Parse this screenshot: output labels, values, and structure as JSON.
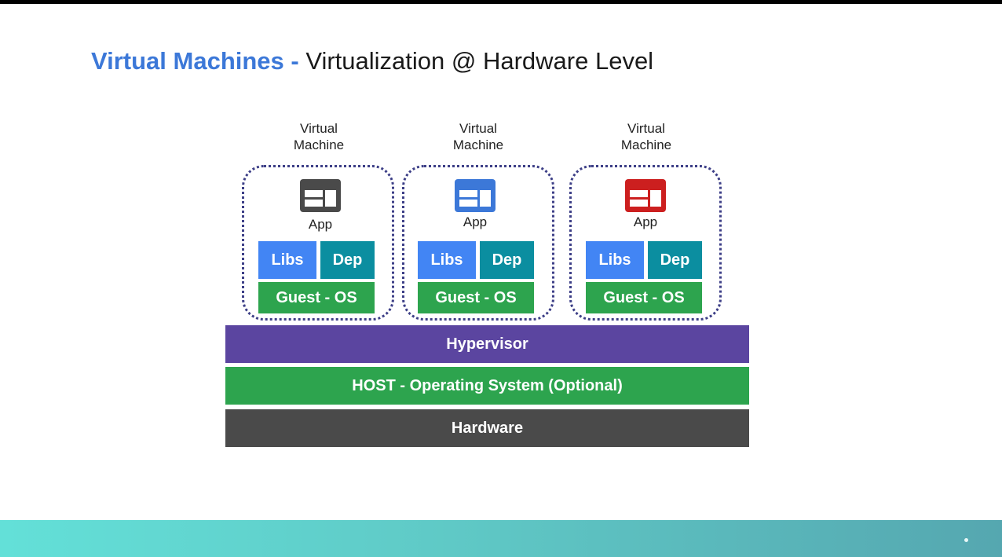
{
  "title": {
    "accent": "Virtual Machines -",
    "rest": " Virtualization @ Hardware Level"
  },
  "colors": {
    "title_accent": "#3c78d8",
    "libs": "#4285f4",
    "dep": "#0b8ea0",
    "guest_os": "#2da44e",
    "hypervisor": "#5b45a0",
    "host_os": "#2da44e",
    "hardware": "#4a4a4a",
    "vm_border": "#3d3f87"
  },
  "vms": [
    {
      "label_line1": "Virtual",
      "label_line2": "Machine",
      "app_label": "App",
      "app_icon": "app-window-icon",
      "app_color": "#4a4a4a",
      "libs": "Libs",
      "dep": "Dep",
      "guest_os": "Guest - OS"
    },
    {
      "label_line1": "Virtual",
      "label_line2": "Machine",
      "app_label": "App",
      "app_icon": "app-window-icon",
      "app_color": "#3c78d8",
      "libs": "Libs",
      "dep": "Dep",
      "guest_os": "Guest - OS"
    },
    {
      "label_line1": "Virtual",
      "label_line2": "Machine",
      "app_label": "App",
      "app_icon": "app-window-icon",
      "app_color": "#cc1f1f",
      "libs": "Libs",
      "dep": "Dep",
      "guest_os": "Guest - OS"
    }
  ],
  "layers": {
    "hypervisor": "Hypervisor",
    "host_os": "HOST - Operating System (Optional)",
    "hardware": "Hardware"
  }
}
